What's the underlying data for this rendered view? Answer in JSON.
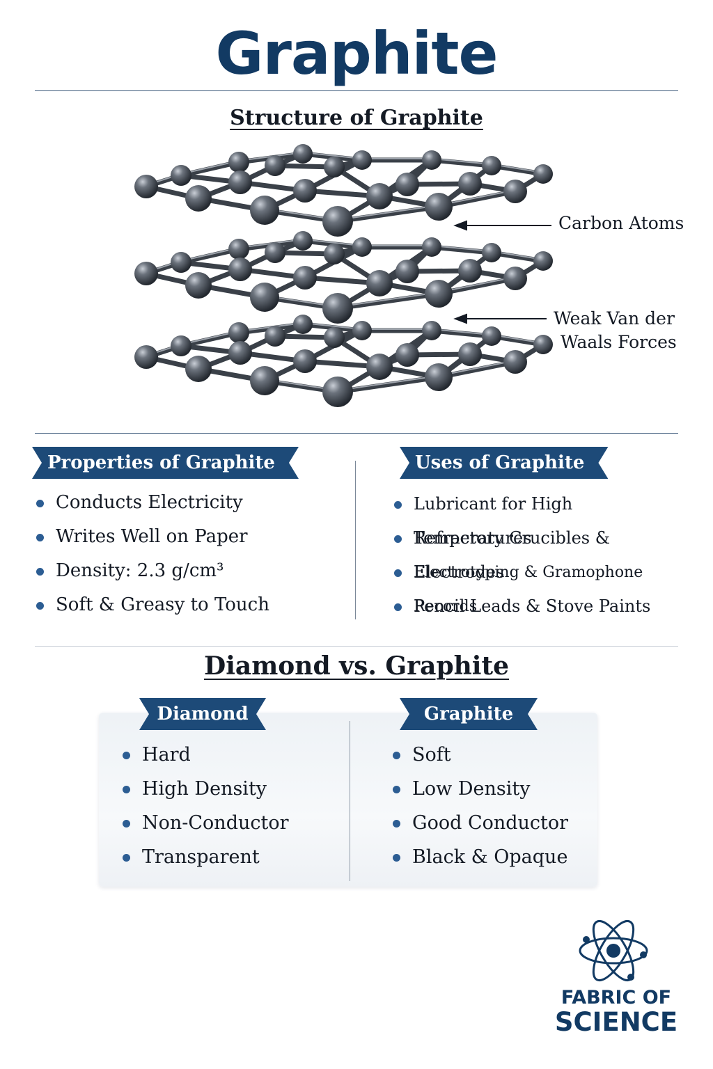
{
  "title": "Graphite",
  "structure": {
    "title": "Structure of Graphite",
    "labels": {
      "carbon_atoms": "Carbon Atoms",
      "van_der_waals": [
        "Weak Van der",
        "Waals Forces"
      ]
    }
  },
  "properties": {
    "title": "Properties of Graphite",
    "items": [
      "Conducts Electricity",
      "Writes Well on Paper",
      "Density: 2.3 g/cm³",
      "Soft & Greasy to Touch"
    ]
  },
  "uses": {
    "title": "Uses of Graphite",
    "items": [
      "Lubricant for High Temperatures",
      "Refractory Crucibles & Electrodes",
      "Electrotyping & Gramophone Records",
      "Pencil Leads & Stove Paints"
    ]
  },
  "comparison": {
    "title": "Diamond vs. Graphite",
    "diamond": {
      "title": "Diamond",
      "items": [
        "Hard",
        "High Density",
        "Non-Conductor",
        "Transparent"
      ]
    },
    "graphite": {
      "title": "Graphite",
      "items": [
        "Soft",
        "Low Density",
        "Good Conductor",
        "Black & Opaque"
      ]
    }
  },
  "logo": {
    "line1": "FABRIC OF",
    "line2": "SCIENCE",
    "icon": "atom-icon"
  },
  "colors": {
    "brand": "#123a63",
    "banner": "#1d4a78",
    "atom": "#3a4048"
  }
}
